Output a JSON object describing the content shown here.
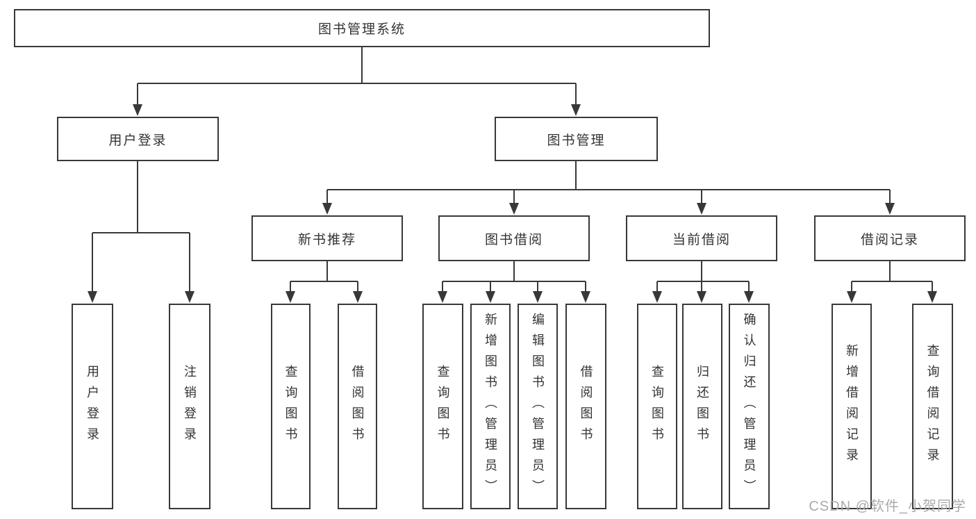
{
  "diagram_title": "图书管理系统",
  "tree": {
    "root": {
      "label": "图书管理系统"
    },
    "user_login": {
      "label": "用户登录",
      "children": [
        {
          "label": "用户登录"
        },
        {
          "label": "注销登录"
        }
      ]
    },
    "book_management": {
      "label": "图书管理",
      "children": [
        {
          "label": "新书推荐",
          "children": [
            {
              "label": "查询图书"
            },
            {
              "label": "借阅图书"
            }
          ]
        },
        {
          "label": "图书借阅",
          "children": [
            {
              "label": "查询图书"
            },
            {
              "label": "新增图书（管理员）"
            },
            {
              "label": "编辑图书（管理员）"
            },
            {
              "label": "借阅图书"
            }
          ]
        },
        {
          "label": "当前借阅",
          "children": [
            {
              "label": "查询图书"
            },
            {
              "label": "归还图书"
            },
            {
              "label": "确认归还（管理员）"
            }
          ]
        },
        {
          "label": "借阅记录",
          "children": [
            {
              "label": "新增借阅记录"
            },
            {
              "label": "查询借阅记录"
            }
          ]
        }
      ]
    }
  },
  "watermark": {
    "text": "CSDN @软件_小贺同学"
  },
  "colors": {
    "line": "#383838",
    "text": "#333333",
    "background": "#ffffff",
    "watermark": "#a5a5a5"
  }
}
